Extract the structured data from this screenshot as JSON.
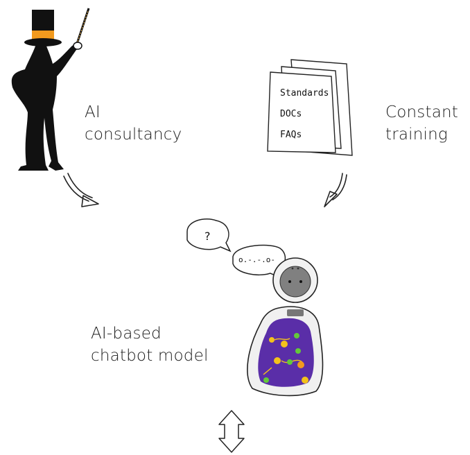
{
  "labels": {
    "consultancy": [
      "AI",
      "consultancy"
    ],
    "training": [
      "Constant",
      "training"
    ],
    "chatbot": [
      "AI-based",
      "chatbot model"
    ]
  },
  "documents": {
    "lines": [
      "Standards",
      "DOCs",
      "FAQs"
    ]
  },
  "speech_bubbles": {
    "question": "?",
    "answer": "o.-.-.o-"
  },
  "colors": {
    "ink": "#1a1a1a",
    "hat_band": "#f29a1e",
    "robot_screen": "#5a2ea8",
    "robot_dots": "#f3c21b",
    "robot_green": "#64c83a"
  },
  "icons": [
    "magician-figure-icon",
    "documents-icon",
    "robot-icon",
    "speech-bubble-icon",
    "curved-arrow-icon",
    "bidirectional-arrow-icon"
  ]
}
